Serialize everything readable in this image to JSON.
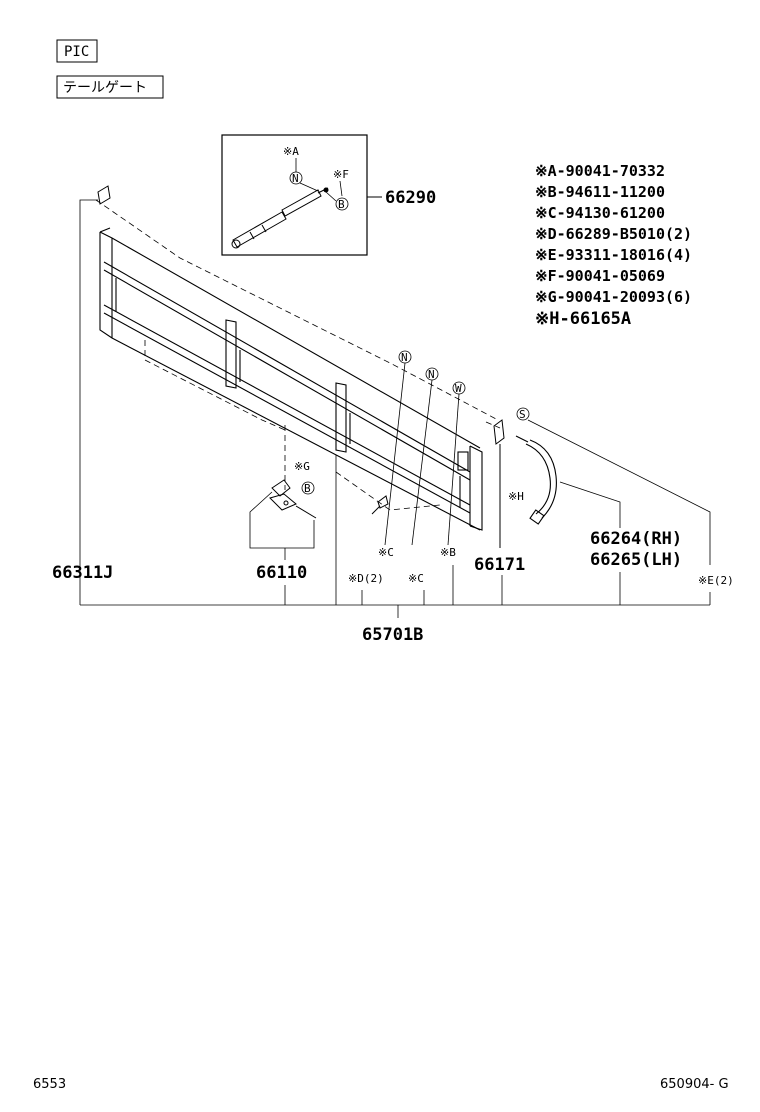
{
  "header": {
    "pic_label": "PIC",
    "group_label": "テールゲート"
  },
  "legend": [
    {
      "key": "※A",
      "part": "90041-70332",
      "qty": ""
    },
    {
      "key": "※B",
      "part": "94611-11200",
      "qty": ""
    },
    {
      "key": "※C",
      "part": "94130-61200",
      "qty": ""
    },
    {
      "key": "※D",
      "part": "66289-B5010",
      "qty": "(2)"
    },
    {
      "key": "※E",
      "part": "93311-18016",
      "qty": "(4)"
    },
    {
      "key": "※F",
      "part": "90041-05069",
      "qty": ""
    },
    {
      "key": "※G",
      "part": "90041-20093",
      "qty": "(6)"
    },
    {
      "key": "※H",
      "part": "66165A",
      "qty": ""
    }
  ],
  "parts": {
    "p66290": "66290",
    "p66311j": "66311J",
    "p66110": "66110",
    "p66171": "66171",
    "p66264": "66264(RH)",
    "p66265": "66265(LH)",
    "p65701b": "65701B"
  },
  "callouts": {
    "inset_a": "※A",
    "inset_f": "※F",
    "inset_n": "N",
    "inset_b": "B",
    "g_mark": "※G",
    "b_mark": "B",
    "n1": "N",
    "n2": "N",
    "w1": "W",
    "s1": "S",
    "h_mark": "※H",
    "c1": "※C",
    "d2": "※D(2)",
    "c2": "※C",
    "b2": "※B",
    "e2": "※E(2)"
  },
  "footer": {
    "left": "6553",
    "right": "650904- G"
  }
}
